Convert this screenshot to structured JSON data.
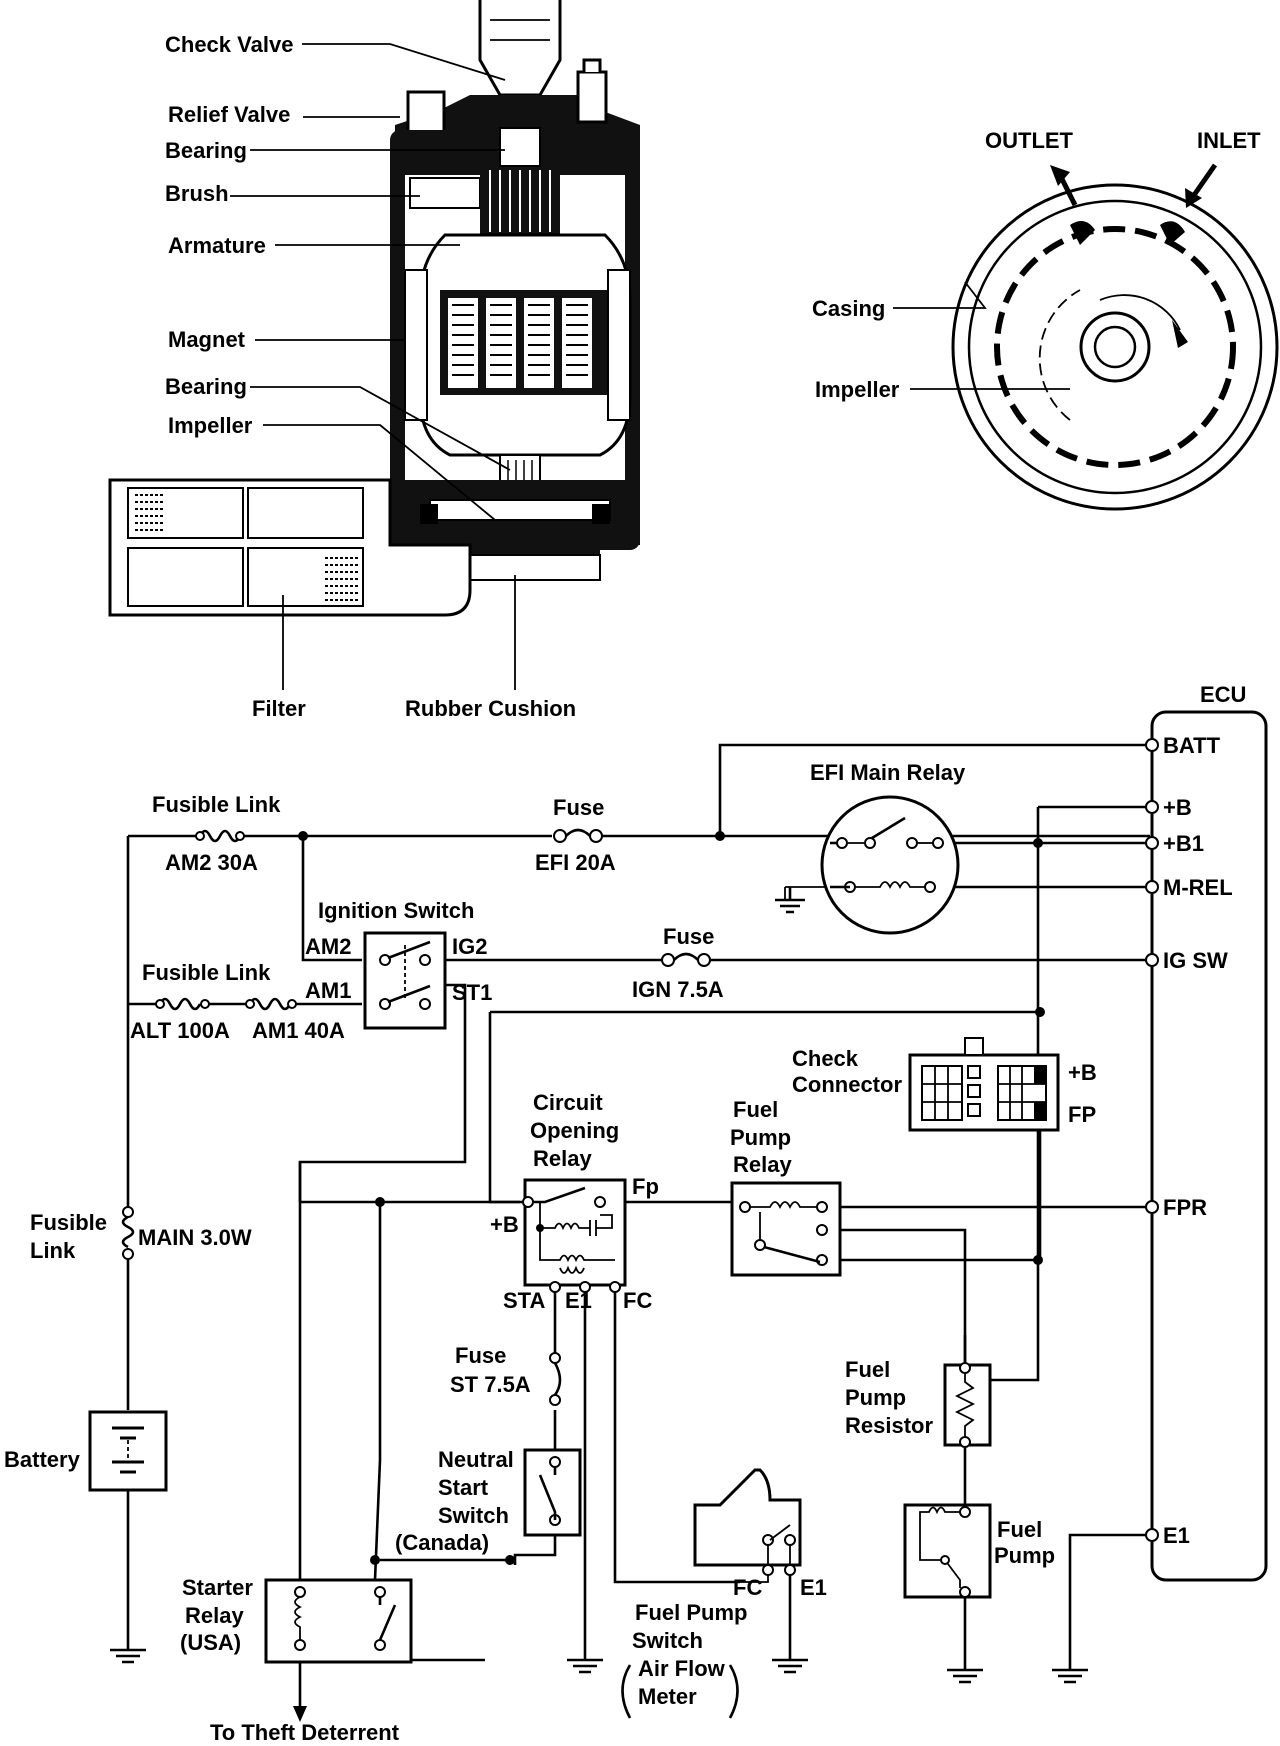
{
  "pump_labels": {
    "check_valve": "Check Valve",
    "relief_valve": "Relief Valve",
    "bearing_top": "Bearing",
    "brush": "Brush",
    "armature": "Armature",
    "magnet": "Magnet",
    "bearing_bottom": "Bearing",
    "impeller": "Impeller",
    "filter": "Filter",
    "rubber_cushion": "Rubber Cushion"
  },
  "casing_labels": {
    "outlet": "OUTLET",
    "inlet": "INLET",
    "casing": "Casing",
    "impeller": "Impeller"
  },
  "ecu": {
    "title": "ECU",
    "pins": [
      "BATT",
      "+B",
      "+B1",
      "M-REL",
      "IG SW",
      "FPR",
      "E1"
    ]
  },
  "fusible_link_am2": {
    "title": "Fusible Link",
    "rating": "AM2 30A"
  },
  "fuse_efi": {
    "title": "Fuse",
    "rating": "EFI 20A"
  },
  "efi_main_relay": "EFI Main Relay",
  "ignition_switch": {
    "title": "Ignition Switch",
    "am2": "AM2",
    "ig2": "IG2",
    "am1": "AM1",
    "st1": "ST1"
  },
  "fuse_ign": {
    "title": "Fuse",
    "rating": "IGN 7.5A"
  },
  "fusible_link_alt": {
    "title": "Fusible Link",
    "alt": "ALT 100A",
    "am1": "AM1 40A"
  },
  "check_connector": {
    "line1": "Check",
    "line2": "Connector",
    "b": "+B",
    "fp": "FP"
  },
  "circuit_opening_relay": {
    "line1": "Circuit",
    "line2": "Opening",
    "line3": "Relay",
    "b": "+B",
    "fp": "Fp",
    "sta": "STA",
    "e1": "E1",
    "fc": "FC"
  },
  "fuel_pump_relay": {
    "line1": "Fuel",
    "line2": "Pump",
    "line3": "Relay"
  },
  "fusible_link_main": {
    "line1": "Fusible",
    "line2": "Link",
    "rating": "MAIN 3.0W"
  },
  "battery": "Battery",
  "fuse_st": {
    "title": "Fuse",
    "rating": "ST 7.5A"
  },
  "neutral_start_switch": {
    "line1": "Neutral",
    "line2": "Start",
    "line3": "Switch",
    "note": "(Canada)"
  },
  "fuel_pump_resistor": {
    "line1": "Fuel",
    "line2": "Pump",
    "line3": "Resistor"
  },
  "fuel_pump": {
    "line1": "Fuel",
    "line2": "Pump"
  },
  "starter_relay": {
    "line1": "Starter",
    "line2": "Relay",
    "line3": "(USA)"
  },
  "fuel_pump_switch": {
    "fc": "FC",
    "e1": "E1",
    "line1": "Fuel Pump",
    "line2": "Switch",
    "line3": "Air Flow",
    "line4": "Meter"
  },
  "theft": "To Theft Deterrent"
}
